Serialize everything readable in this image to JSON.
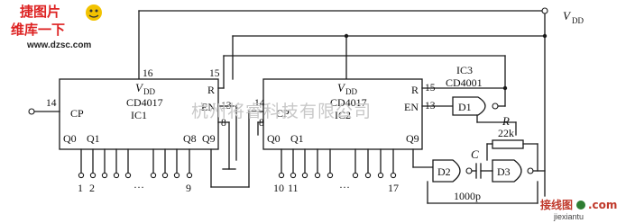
{
  "logo": {
    "top_text": "捷图片",
    "cn": "维库一下",
    "url": "www.dzsc.com"
  },
  "watermark": "杭州将睿科技有限公司",
  "brand": {
    "cn": "接线图",
    "url": "jiexiantu",
    "suffix": ".com"
  },
  "supply": {
    "v": "V",
    "sub": "DD"
  },
  "ic1": {
    "part": "CD4017",
    "name": "IC1",
    "vdd": "V",
    "vdd_sub": "DD",
    "r": "R",
    "en": "EN",
    "cp": "CP",
    "q0": "Q0",
    "q1": "Q1",
    "q8": "Q8",
    "q9": "Q9",
    "pin16": "16",
    "pin15": "15",
    "pin13": "13",
    "pin14": "14",
    "pin8": "8"
  },
  "ic2": {
    "part": "CD4017",
    "name": "IC2",
    "vdd": "V",
    "vdd_sub": "DD",
    "r": "R",
    "en": "EN",
    "cp": "CP",
    "q0": "Q0",
    "q1": "Q1",
    "q9": "Q9",
    "pin15": "15",
    "pin13": "13",
    "pin14": "14",
    "pin8": "8"
  },
  "ic3": {
    "name": "IC3",
    "part": "CD4001"
  },
  "gates": {
    "d1": "D1",
    "d2": "D2",
    "d3": "D3"
  },
  "resistor": {
    "name": "R",
    "value": "22k"
  },
  "capacitor": {
    "name": "C",
    "value": "1000p"
  },
  "outputs1": {
    "first": "1",
    "second": "2",
    "dots": "…",
    "last": "9"
  },
  "outputs2": {
    "first": "10",
    "second": "11",
    "dots": "…",
    "last": "17"
  }
}
